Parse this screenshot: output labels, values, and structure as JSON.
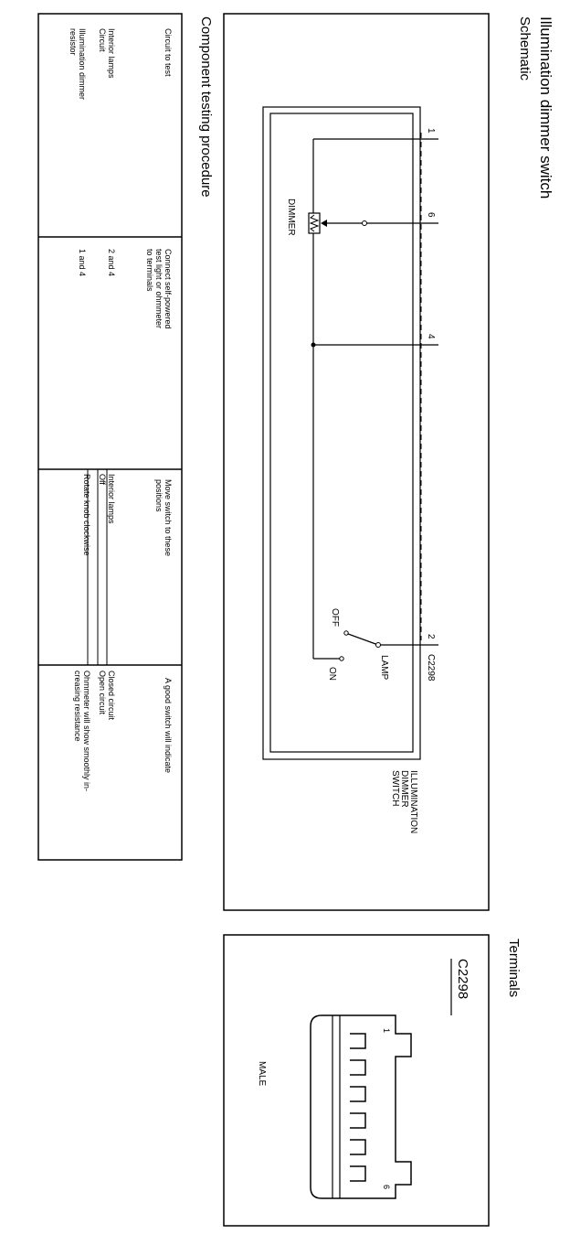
{
  "title": "Illumination dimmer switch",
  "schematic": {
    "heading": "Schematic",
    "dimmer_label": "DIMMER",
    "switch_label_lines": [
      "ILLUMINATION",
      "DIMMER",
      "SWITCH"
    ],
    "connector": "C2298",
    "pins": {
      "p1": "1",
      "p6": "6",
      "p4": "4",
      "p2": "2"
    },
    "off_label": "OFF",
    "on_label": "ON",
    "lamp_label": "LAMP"
  },
  "procedure": {
    "heading": "Component testing procedure",
    "headers": {
      "circuit": "Circuit to test",
      "connect": [
        "Connect self-powered",
        "test light or ohmmeter",
        "to terminals"
      ],
      "move": [
        "Move switch to these",
        "positions"
      ],
      "indicate": "A good switch will indicate"
    },
    "rows": [
      {
        "circuit": [
          "Interior lamps",
          "Circuit"
        ],
        "terminals": "2 and 4",
        "positions": [
          "Interior lamps",
          "Off"
        ],
        "results": [
          "Closed circuit",
          "Open circuit"
        ]
      },
      {
        "circuit": [
          "Illumination dimmer",
          "resistor"
        ],
        "terminals": "1 and 4",
        "positions": [
          "Rotate knob clockwise"
        ],
        "results": [
          "Ohmmeter will show smoothly in-",
          "creasing resistance"
        ]
      }
    ]
  },
  "terminals": {
    "heading": "Terminals",
    "connector": "C2298",
    "pin_first": "1",
    "pin_last": "6",
    "gender": "MALE"
  }
}
